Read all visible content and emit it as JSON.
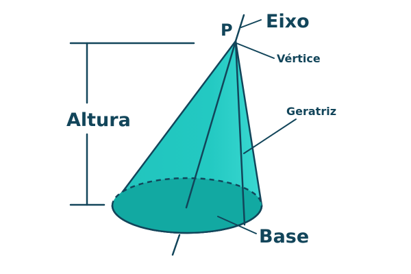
{
  "labels": {
    "apex": "P",
    "axis": "Eixo",
    "vertex": "Vértice",
    "height": "Altura",
    "generatrix": "Geratriz",
    "base": "Base"
  },
  "colors": {
    "cone_side": "#1dbfb8",
    "cone_highlight": "#2fd3cc",
    "base_fill": "#12a9a2",
    "outline": "#12455a",
    "label_text": "#12455a"
  }
}
